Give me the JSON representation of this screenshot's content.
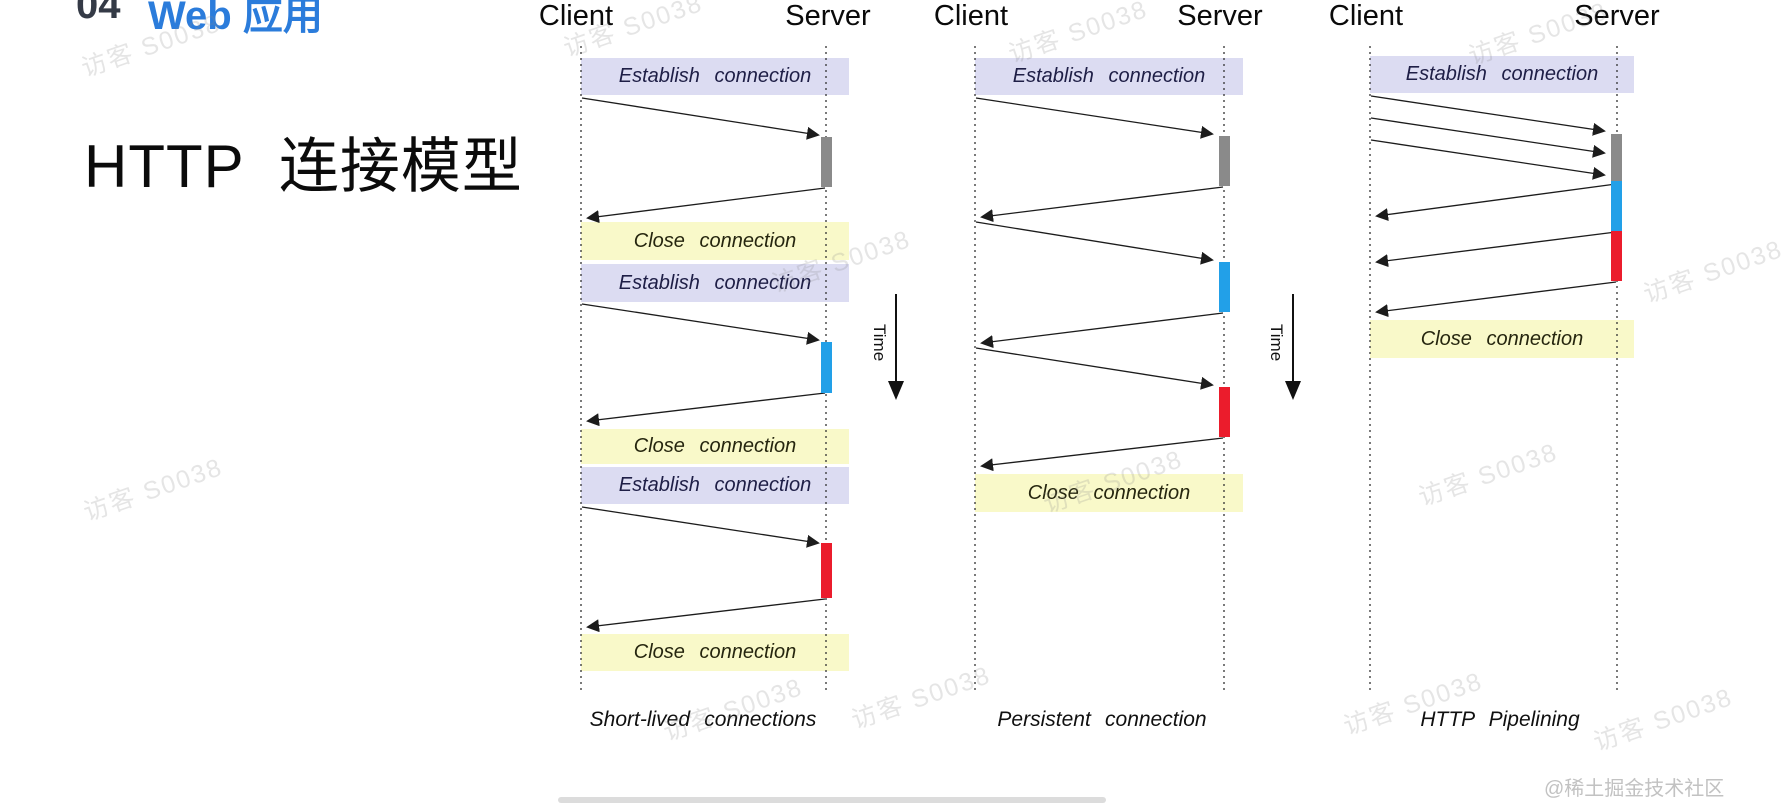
{
  "header": {
    "section_number": "04",
    "section_title": "Web 应用"
  },
  "slide_title": "HTTP  连接模型",
  "labels": {
    "client": "Client",
    "server": "Server",
    "time": "Time",
    "establish_connection": "Establish connection",
    "close_connection": "Close connection"
  },
  "diagrams": [
    {
      "caption": "Short-lived connections"
    },
    {
      "caption": "Persistent connection"
    },
    {
      "caption": "HTTP Pipelining"
    }
  ],
  "watermark_text": "访客 S0038",
  "attribution": "@稀土掘金技术社区",
  "colors": {
    "establish_banner": "#dcdcf2",
    "close_banner": "#f9f9c9",
    "bar_gray": "#8a8a8a",
    "bar_blue": "#22a0e8",
    "bar_red": "#eb1c2c",
    "section_link_blue": "#2b7cdb"
  }
}
